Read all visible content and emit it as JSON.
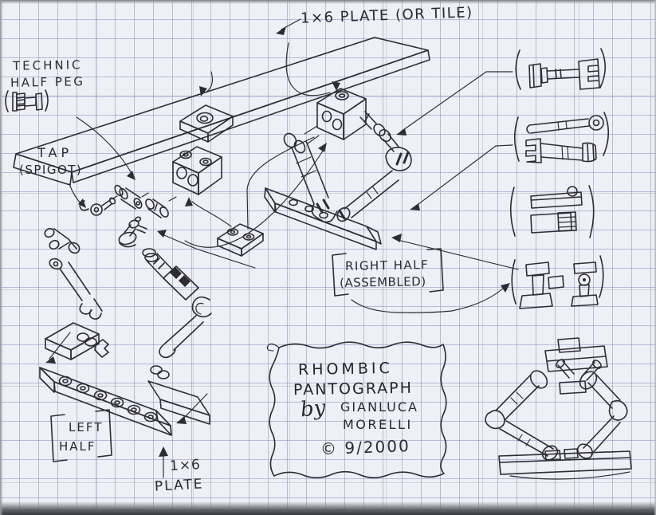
{
  "document": {
    "kind": "hand-drawn LEGO building-instructions sketch on graph paper",
    "title": "RHOMBIC PANTOGRAPH",
    "author": "GIANLUCA MORELLI",
    "date": "9/2000"
  },
  "labels": {
    "top_plate": "1×6 PLATE (OR TILE)",
    "technic_half_peg": {
      "line1": "TECHNIC",
      "line2": "HALF PEG"
    },
    "tap_spigot": {
      "line1": "TAP",
      "line2": "(SPIGOT)"
    },
    "right_half": {
      "line1": "RIGHT HALF",
      "line2": "(ASSEMBLED)"
    },
    "left_half": {
      "line1": "LEFT",
      "line2": "HALF"
    },
    "bottom_plate": {
      "line1": "1×6",
      "line2": "PLATE"
    }
  },
  "title_box": {
    "line1": "RHOMBIC",
    "line2": "PANTOGRAPH",
    "by": "by",
    "author_first": "GIANLUCA",
    "author_last": "MORELLI",
    "copyright": "© 9/2000"
  },
  "colors": {
    "paper": "#eef0f5",
    "grid_line": "#7a84b2",
    "ink": "#2d2c33",
    "edge_shadow": "#55555c"
  },
  "sketches": [
    "top-1x6-plate",
    "2x2-plate-with-stud",
    "2x2-brick-with-holes",
    "1x2-plate",
    "loose-small-parts",
    "right-half-assembly",
    "left-half-assembly",
    "technic-half-peg-part",
    "axle-pin-part",
    "lever-arm-parts",
    "beam-parts",
    "tap-parts",
    "assembled-pantograph"
  ]
}
